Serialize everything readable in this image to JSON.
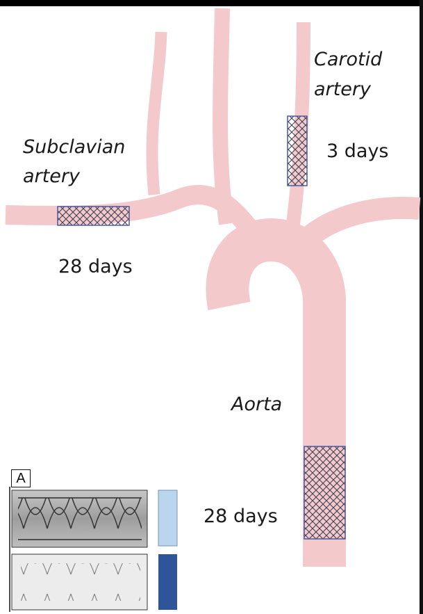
{
  "labels": {
    "subclavian_line1": "Subclavian",
    "subclavian_line2": "artery",
    "subclavian_days": "28 days",
    "carotid_line1": "Carotid",
    "carotid_line2": "artery",
    "carotid_days": "3 days",
    "aorta": "Aorta",
    "aorta_days": "28 days"
  },
  "inset": {
    "panel_label": "A",
    "swatch_top_color": "#b9d6ee",
    "swatch_bottom_color": "#2d5597"
  },
  "colors": {
    "vessel": "#f4c9cc",
    "stent_fill": "#ffffff",
    "stent_mesh": "#3b4152",
    "stent_border": "#4a5aa0"
  }
}
